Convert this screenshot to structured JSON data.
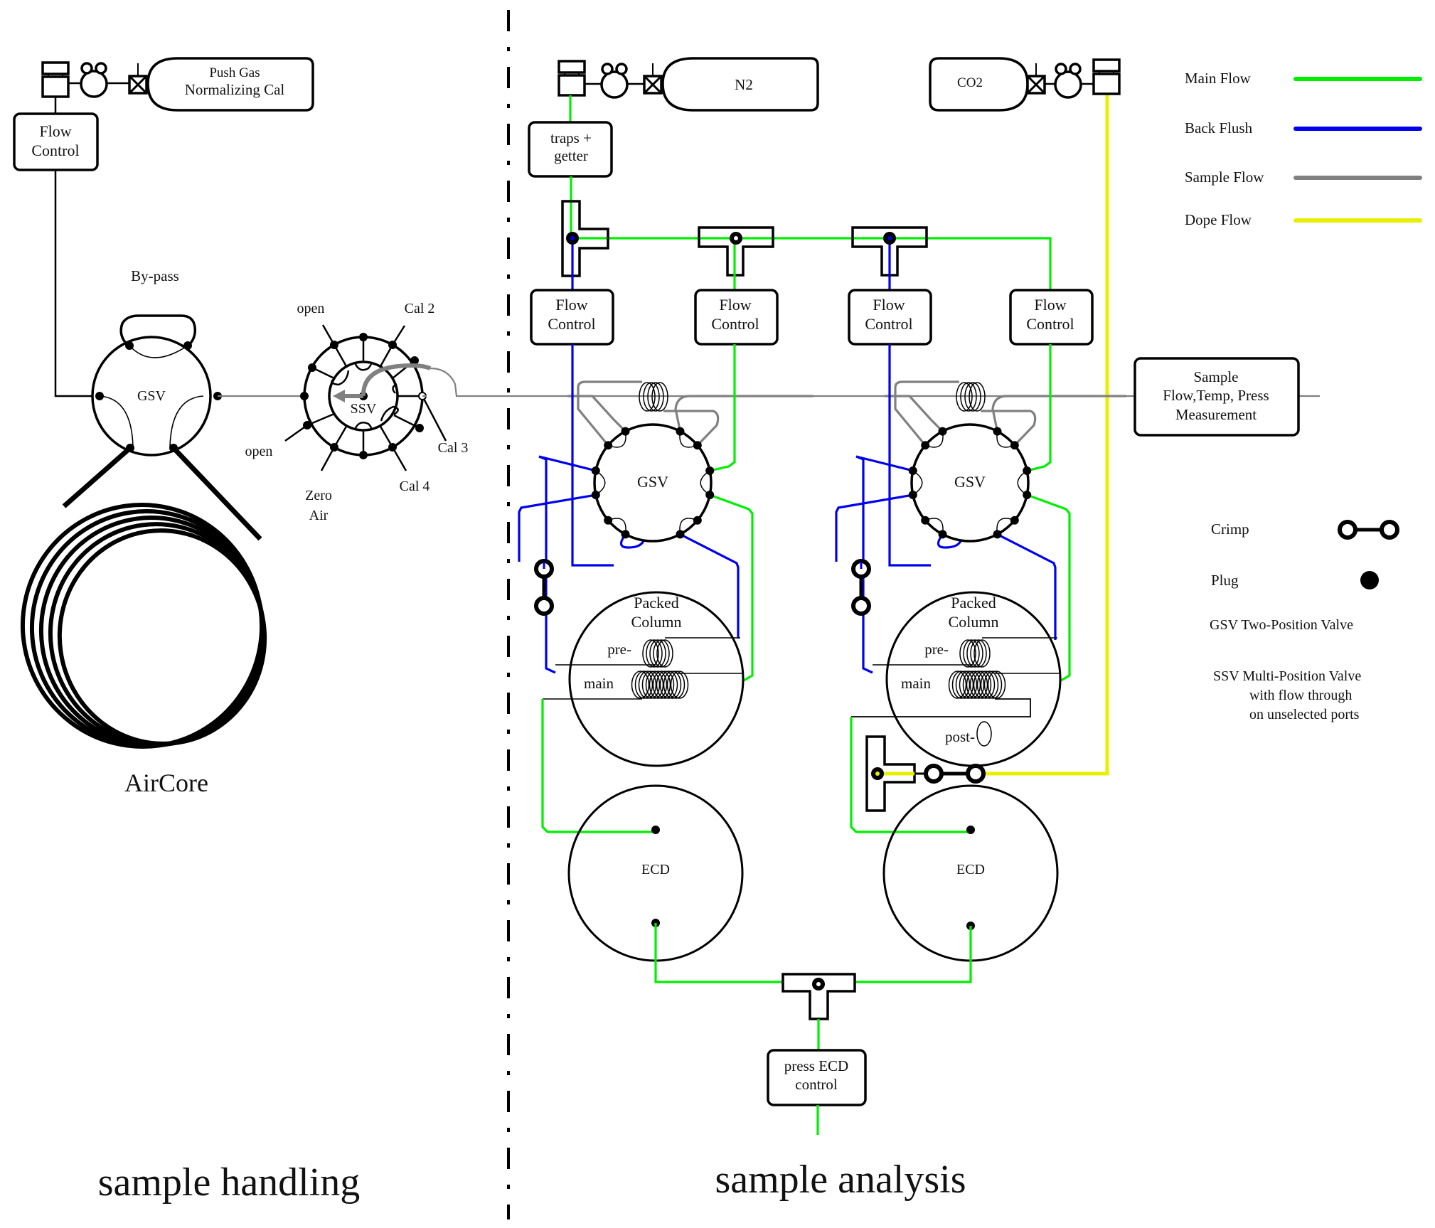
{
  "colors": {
    "main_flow": "#00ee00",
    "back_flush": "#0000ee",
    "sample_flow": "#808080",
    "dope_flow": "#e6f000",
    "line": "#000000"
  },
  "sections": {
    "left": "sample handling",
    "right": "sample analysis"
  },
  "sample_handling": {
    "push_gas_tank": [
      "Push Gas",
      "Normalizing Cal"
    ],
    "flow_control": [
      "Flow",
      "Control"
    ],
    "bypass_label": "By-pass",
    "gsv_label": "GSV",
    "aircore_label": "AirCore",
    "ssv": {
      "label": "SSV",
      "ports": {
        "open_top": "open",
        "cal2": "Cal 2",
        "cal3": "Cal 3",
        "cal4": "Cal 4",
        "zero_air": [
          "Zero",
          "Air"
        ],
        "open_bottom": "open"
      }
    }
  },
  "sample_analysis": {
    "n2_tank": "N2",
    "co2_tank": "CO2",
    "traps": [
      "traps +",
      "getter"
    ],
    "flow_controls": [
      [
        "Flow",
        "Control"
      ],
      [
        "Flow",
        "Control"
      ],
      [
        "Flow",
        "Control"
      ],
      [
        "Flow",
        "Control"
      ]
    ],
    "sample_measurement": [
      "Sample",
      "Flow,Temp, Press",
      "Measurement"
    ],
    "gsv_label": "GSV",
    "packed_column": [
      "Packed",
      "Column"
    ],
    "column_sections": {
      "pre": "pre-",
      "main": "main",
      "post": "post-"
    },
    "ecd_label": "ECD",
    "press_ecd": [
      "press ECD",
      "control"
    ]
  },
  "legend": {
    "flows": [
      {
        "label": "Main Flow",
        "color": "#00ee00"
      },
      {
        "label": "Back Flush",
        "color": "#0000ee"
      },
      {
        "label": "Sample Flow",
        "color": "#808080"
      },
      {
        "label": "Dope Flow",
        "color": "#e6f000"
      }
    ],
    "symbols": [
      {
        "label": "Crimp",
        "icon": "crimp-icon"
      },
      {
        "label": "Plug",
        "icon": "plug-icon"
      }
    ],
    "notes": [
      {
        "abbr": "GSV",
        "text": [
          "Two-Position Valve"
        ]
      },
      {
        "abbr": "SSV",
        "text": [
          "Multi-Position Valve",
          "with  flow through",
          "on unselected ports"
        ]
      }
    ]
  }
}
